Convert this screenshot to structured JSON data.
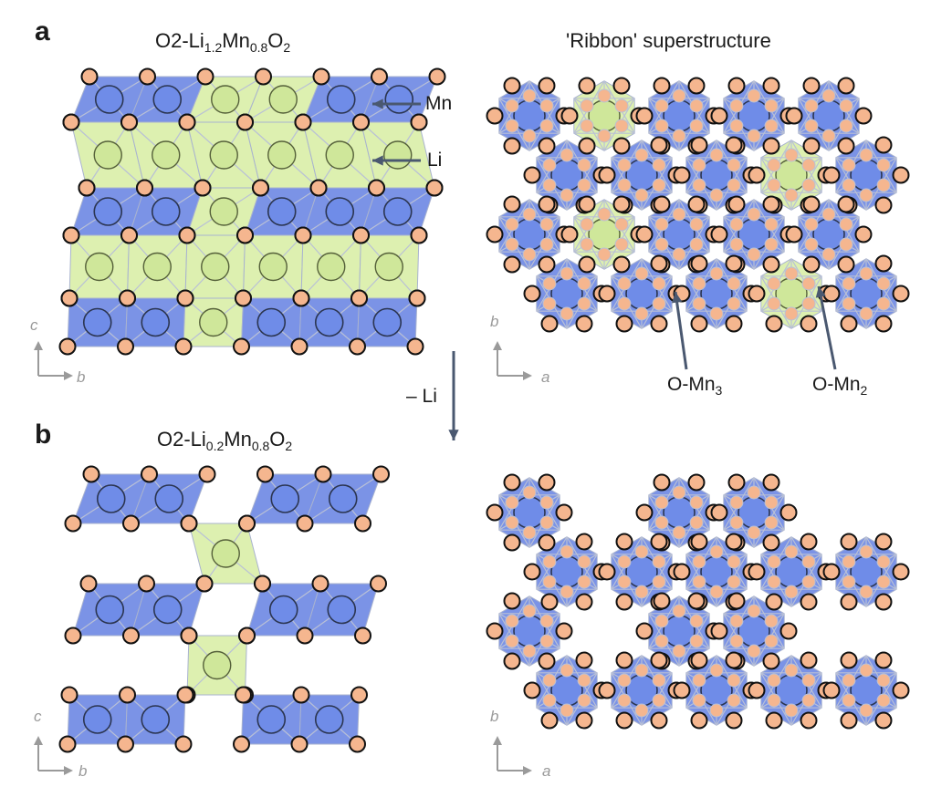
{
  "panels": {
    "a": {
      "letter": "a",
      "title_prefix": "O2-Li",
      "title_li_sub": "1.2",
      "title_mn": "Mn",
      "title_mn_sub": "0.8",
      "title_o": "O",
      "title_o_sub": "2",
      "right_title": "'Ribbon' superstructure"
    },
    "b": {
      "letter": "b",
      "title_prefix": "O2-Li",
      "title_li_sub": "0.2",
      "title_mn": "Mn",
      "title_mn_sub": "0.8",
      "title_o": "O",
      "title_o_sub": "2"
    }
  },
  "labels": {
    "mn": "Mn",
    "li": "Li",
    "o_mn3_main": "O-Mn",
    "o_mn3_sub": "3",
    "o_mn2_main": "O-Mn",
    "o_mn2_sub": "2",
    "delithiation": "– Li"
  },
  "axes": {
    "c": "c",
    "b": "b",
    "a": "a"
  },
  "colors": {
    "mn_polyhedron": "#7b93e6",
    "mn_atom": "#6f8ce8",
    "li_polyhedron": "#ddf0b0",
    "li_atom": "#cfe79a",
    "oxygen": "#f5b68f",
    "arrow": "#4a5870",
    "bond": "#b9c0d6"
  }
}
